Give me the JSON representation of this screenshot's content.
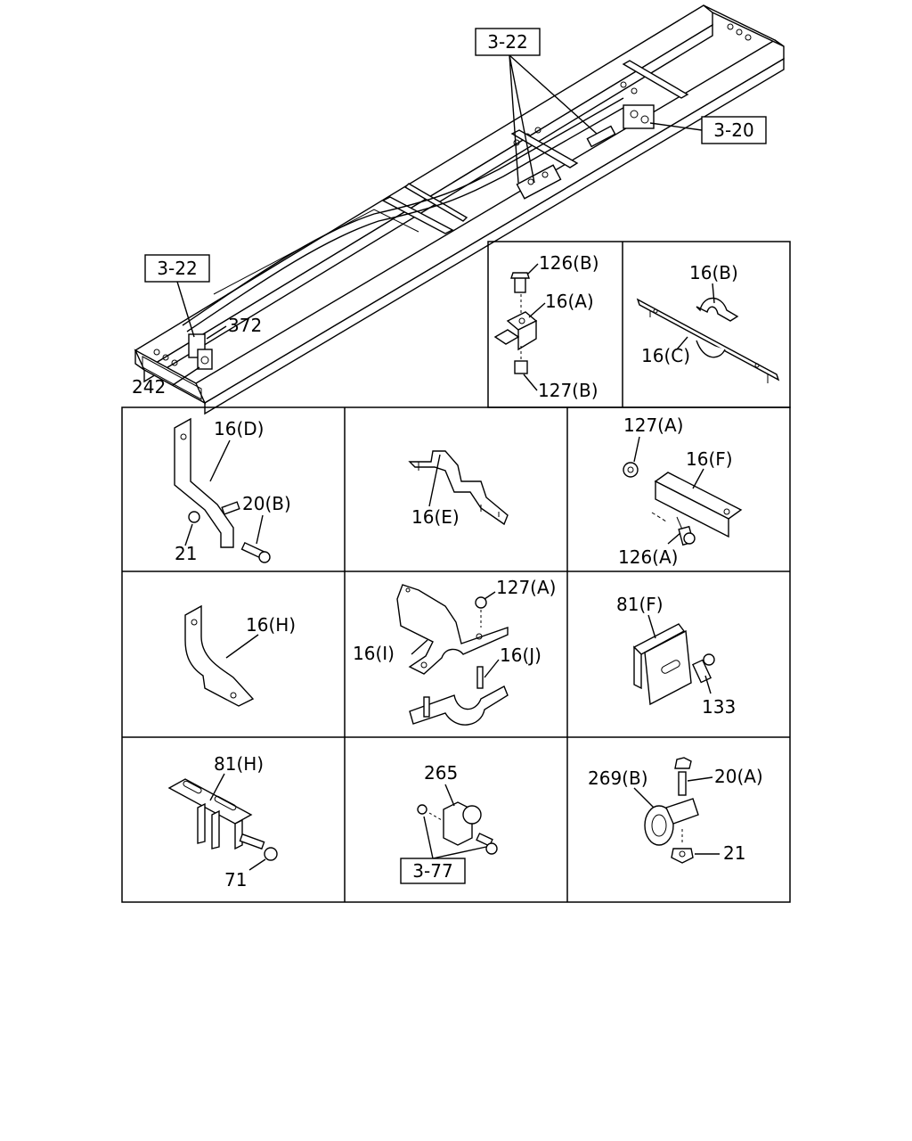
{
  "labels": {
    "ref_3_22_top": "3-22",
    "ref_3_20": "3-20",
    "ref_3_22_left": "3-22",
    "p372": "372",
    "p242": "242",
    "p126b": "126(B)",
    "p16a": "16(A)",
    "p127b": "127(B)",
    "p16b": "16(B)",
    "p16c": "16(C)",
    "p16d": "16(D)",
    "p20b": "20(B)",
    "p21_d": "21",
    "p16e": "16(E)",
    "p127a_f": "127(A)",
    "p16f": "16(F)",
    "p126a": "126(A)",
    "p16h": "16(H)",
    "p127a_ij": "127(A)",
    "p16i": "16(I)",
    "p16j": "16(J)",
    "p81f": "81(F)",
    "p133": "133",
    "p81h": "81(H)",
    "p71": "71",
    "p265": "265",
    "ref_3_77": "3-77",
    "p269b": "269(B)",
    "p20a": "20(A)",
    "p21_cl": "21"
  }
}
